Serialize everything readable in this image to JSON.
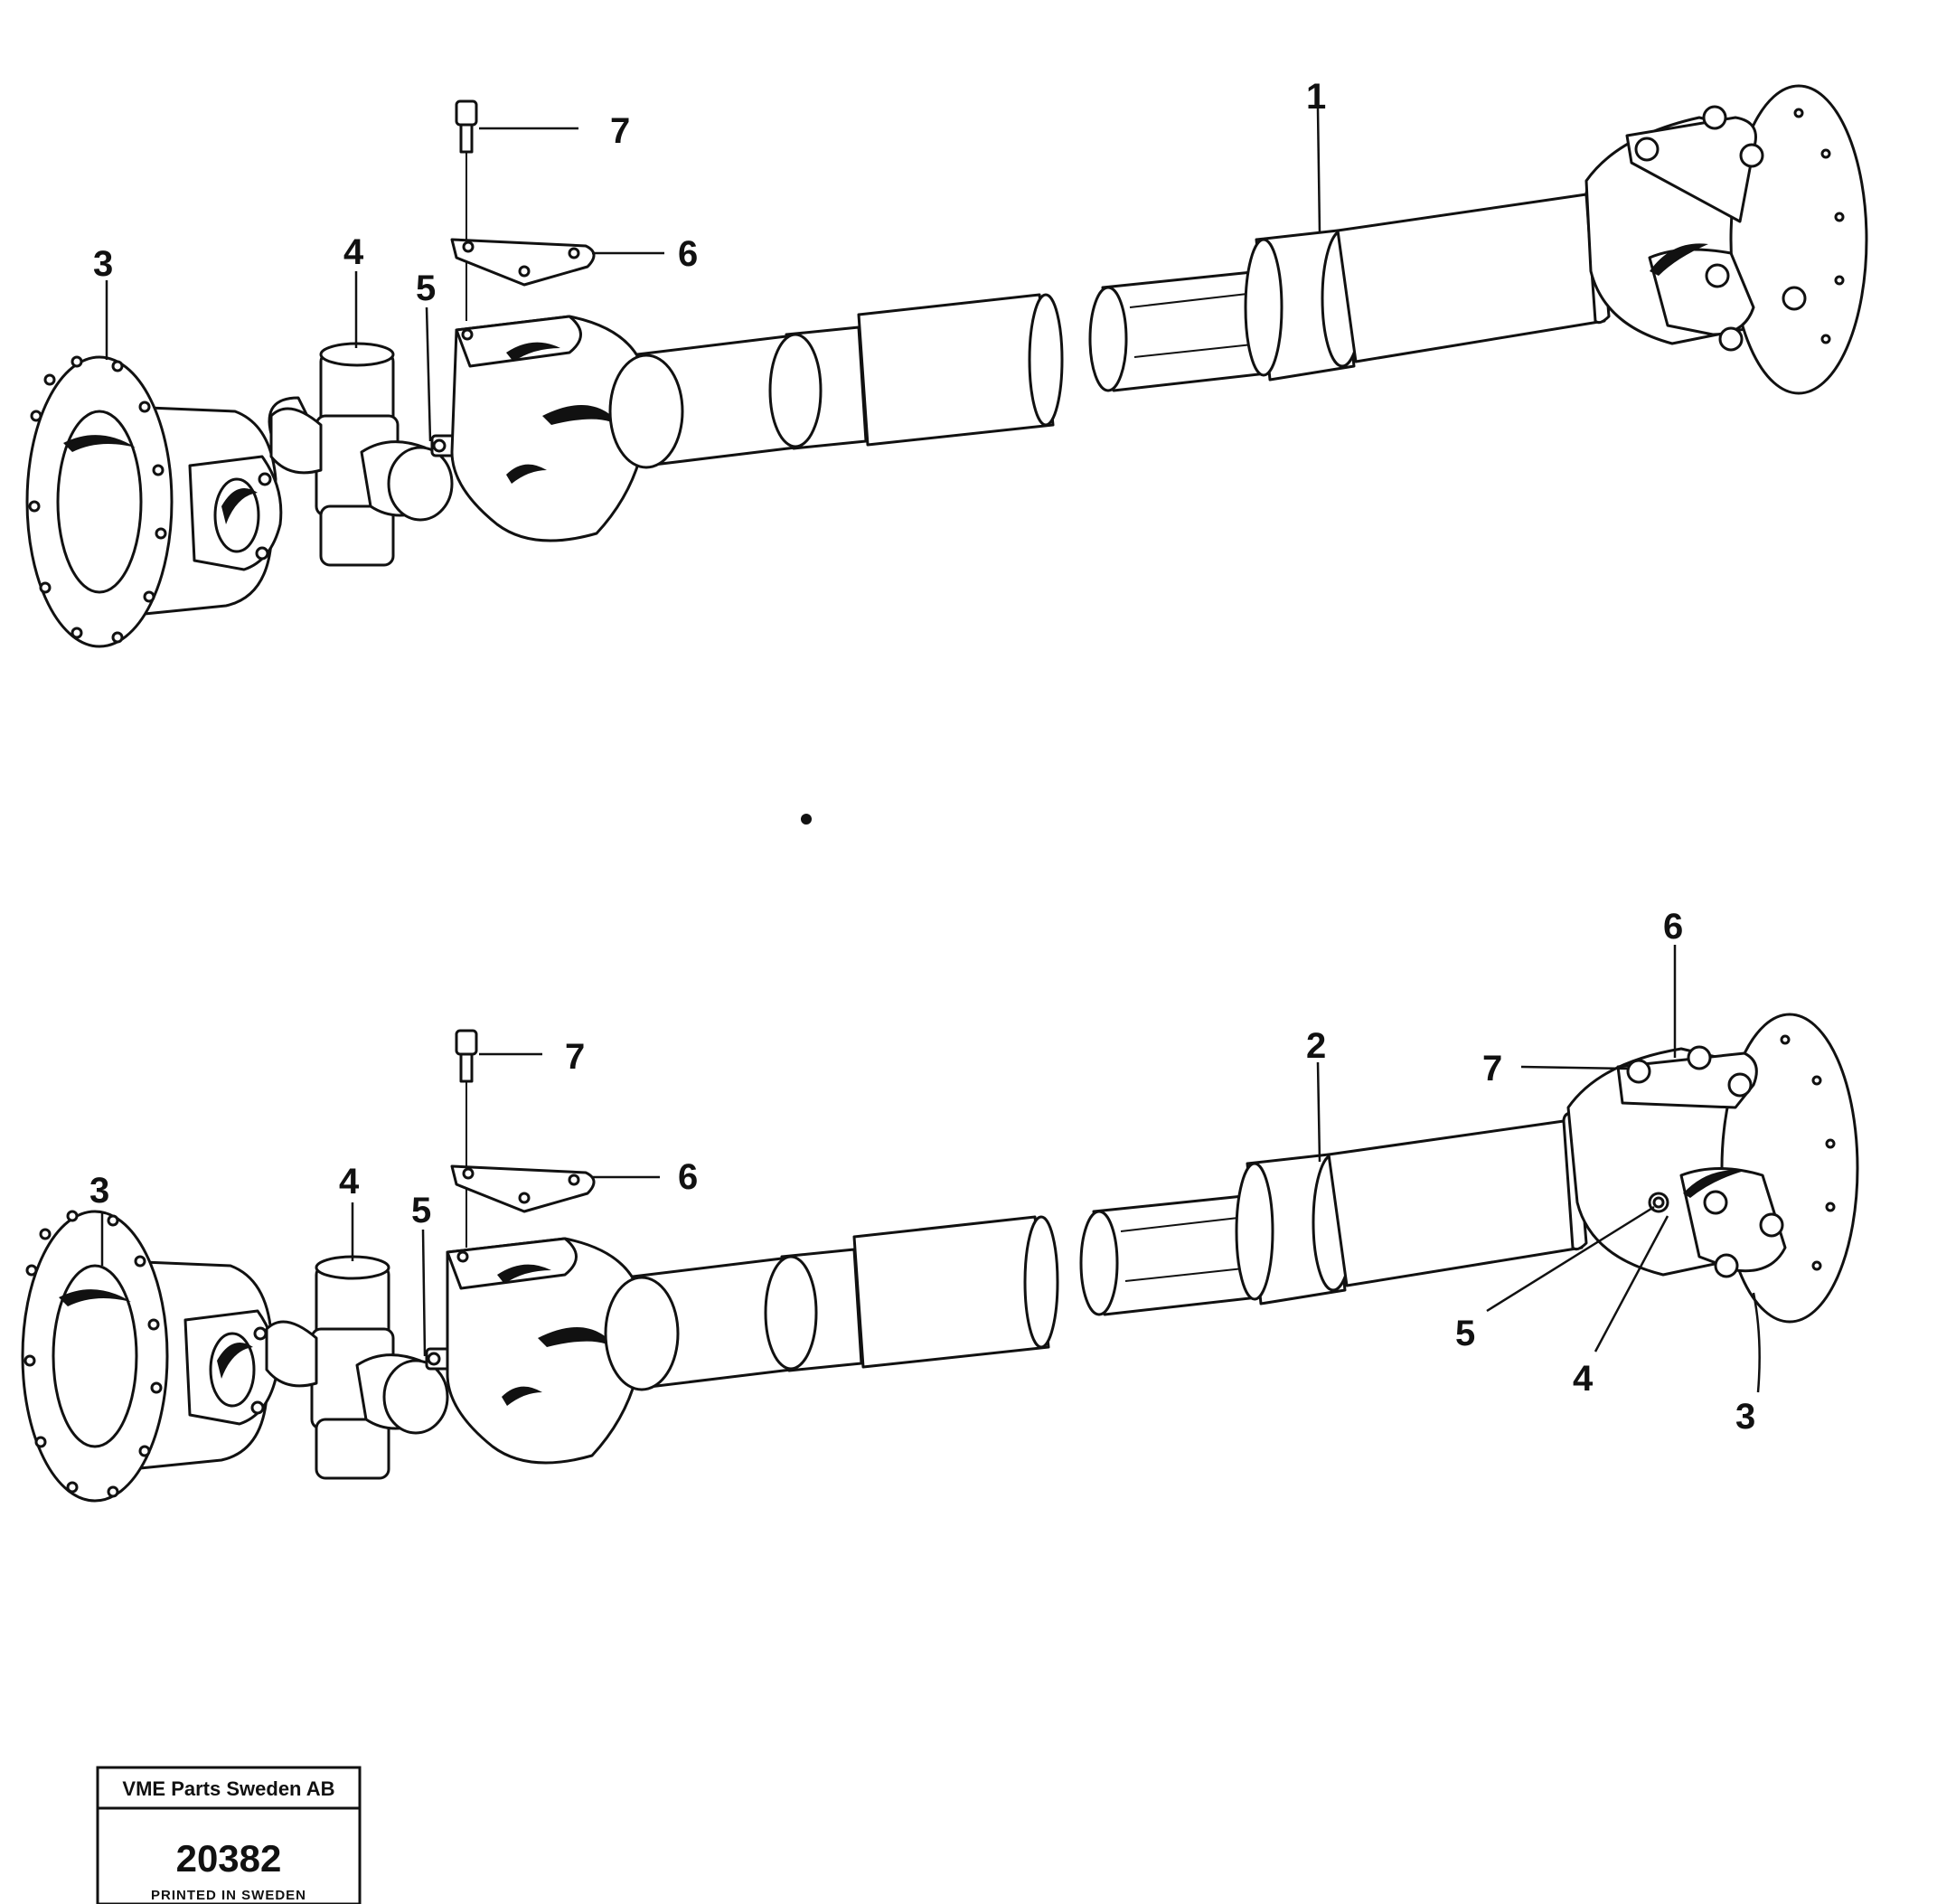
{
  "diagram": {
    "top_assembly": {
      "callouts": {
        "shaft": "1",
        "flange_yoke": "3",
        "spider": "4",
        "grease_nipple": "5",
        "lock_plate": "6",
        "bolt": "7"
      }
    },
    "bottom_assembly": {
      "callouts": {
        "shaft": "2",
        "flange_yoke": "3",
        "spider": "4",
        "grease_nipple": "5",
        "lock_plate": "6",
        "bolt": "7"
      },
      "right_end_callouts": {
        "lock_plate": "6",
        "bolt": "7",
        "grease_nipple": "5",
        "spider": "4",
        "flange_yoke": "3"
      }
    }
  },
  "stamp": {
    "company": "VME Parts Sweden AB",
    "number": "20382",
    "printed": "PRINTED IN SWEDEN"
  },
  "colors": {
    "ink": "#111111",
    "paper": "#ffffff"
  }
}
